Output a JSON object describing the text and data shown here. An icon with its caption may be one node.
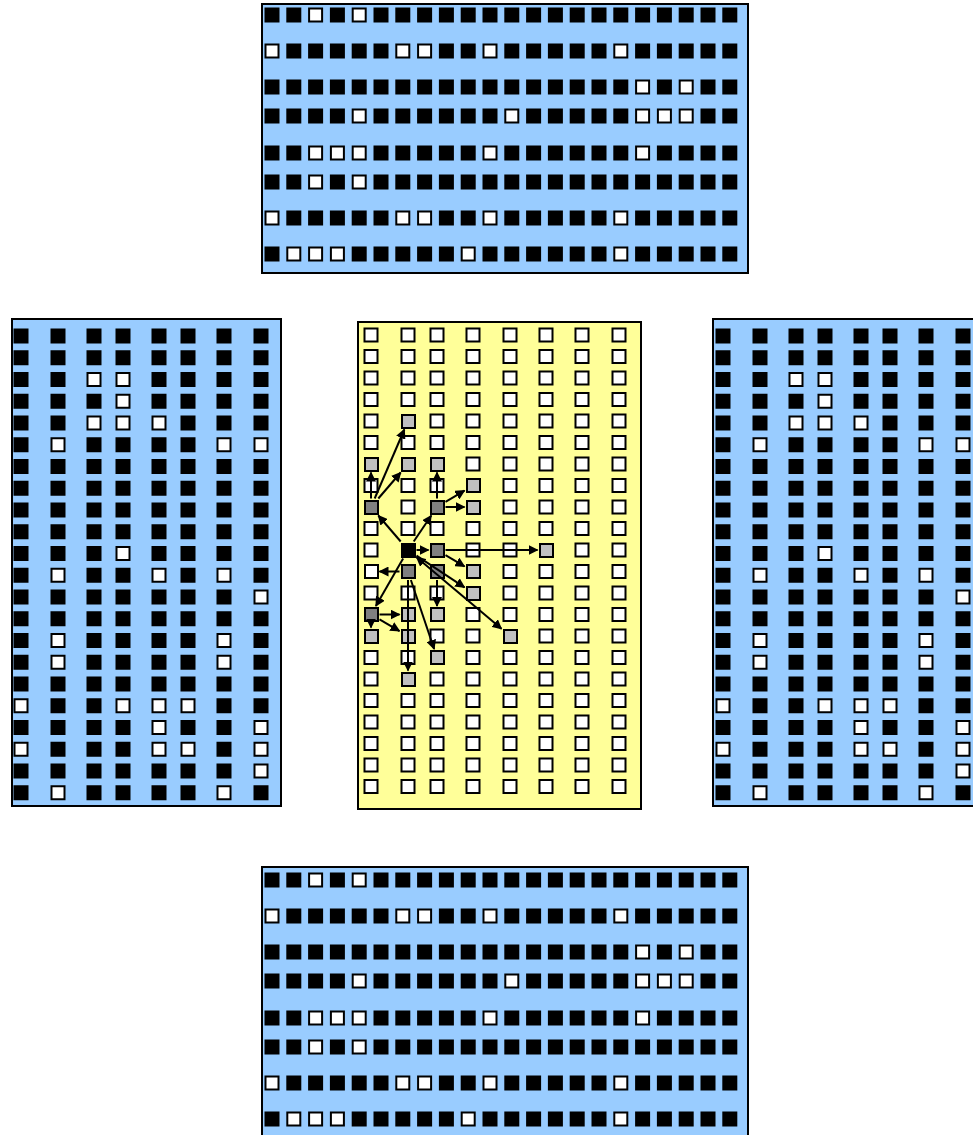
{
  "diagram": {
    "nodes": [
      {
        "text": [],
        "shape": "box"
      },
      {
        "text": [],
        "shape": "box"
      },
      {
        "text": [],
        "shape": "box"
      },
      {
        "text": [],
        "shape": "box"
      },
      {
        "text": [],
        "shape": "box"
      },
      {
        "text": [],
        "shape": "box",
        "in": 2
      },
      {
        "text": [],
        "shape": "box",
        "in": 2
      },
      {
        "text": [],
        "shape": "box",
        "in": 2
      },
      {
        "text": [],
        "shape": "box",
        "in": 2
      },
      {
        "text": [],
        "shape": "box",
        "in": 2
      },
      {
        "text": [],
        "shape": "box",
        "in": 2
      },
      {
        "text": [],
        "shape": "box",
        "in": 2
      },
      {
        "text": [],
        "shape": "box",
        "in": 2
      },
      {
        "text": [],
        "shape": "box",
        "in": 2
      },
      {
        "text": [],
        "shape": "box",
        "in": 2
      },
      {
        "text": [],
        "shape": "box",
        "in": 2
      },
      {
        "text": [],
        "shape": "box",
        "in": 2
      },
      {
        "text": [],
        "shape": "box",
        "in": 2
      },
      {
        "text": [],
        "shape": "box",
        "in": 2
      },
      {
        "text": [],
        "shape": "box",
        "in": 2
      },
      {
        "text": [],
        "shape": "box",
        "in": 2
      },
      {
        "text": [],
        "shape": "box",
        "in": 2
      },
      {
        "text": [],
        "shape": "box",
        "in": 2
      },
      {
        "text": [],
        "shape": "box",
        "in": 2
      },
      {
        "text": [],
        "shape": "box",
        "in": 2
      },
      {
        "text": [],
        "shape": "box",
        "in": 2
      },
      {
        "text": [],
        "shape": "box",
        "in": 2
      },
      {
        "text": [],
        "shape": "box",
        "in": 2
      },
      {
        "text": [],
        "shape": "box",
        "in": 2
      }
    ],
    "edges": [
      {
        "from": 10,
        "to": 5,
        "arrow": "to"
      },
      {
        "from": 10,
        "to": 6,
        "arrow": "to"
      },
      {
        "from": 10,
        "to": 7,
        "arrow": "to"
      },
      {
        "from": 11,
        "to": 8,
        "arrow": "to"
      },
      {
        "from": 11,
        "to": 9,
        "arrow": "to"
      },
      {
        "from": 11,
        "to": 12,
        "arrow": "to"
      },
      {
        "from": 13,
        "to": 10,
        "arrow": "to"
      },
      {
        "from": 13,
        "to": 11,
        "arrow": "to"
      },
      {
        "from": 13,
        "to": 14,
        "arrow": "to"
      },
      {
        "from": 13,
        "to": 21,
        "arrow": "to"
      },
      {
        "from": 17,
        "to": 16,
        "arrow": "to"
      },
      {
        "from": 17,
        "to": 28,
        "arrow": "to"
      },
      {
        "from": 17,
        "to": 27,
        "arrow": "to"
      },
      {
        "from": 14,
        "to": 15,
        "arrow": "to"
      },
      {
        "from": 14,
        "to": 19,
        "arrow": "to"
      },
      {
        "from": 13,
        "to": 20,
        "arrow": "to"
      },
      {
        "from": 13,
        "to": 26,
        "arrow": "both"
      },
      {
        "from": 18,
        "to": 23,
        "arrow": "to"
      },
      {
        "from": 21,
        "to": 22,
        "arrow": "to"
      },
      {
        "from": 21,
        "to": 25,
        "arrow": "to"
      },
      {
        "from": 21,
        "to": 24,
        "arrow": "to"
      }
    ]
  }
}
